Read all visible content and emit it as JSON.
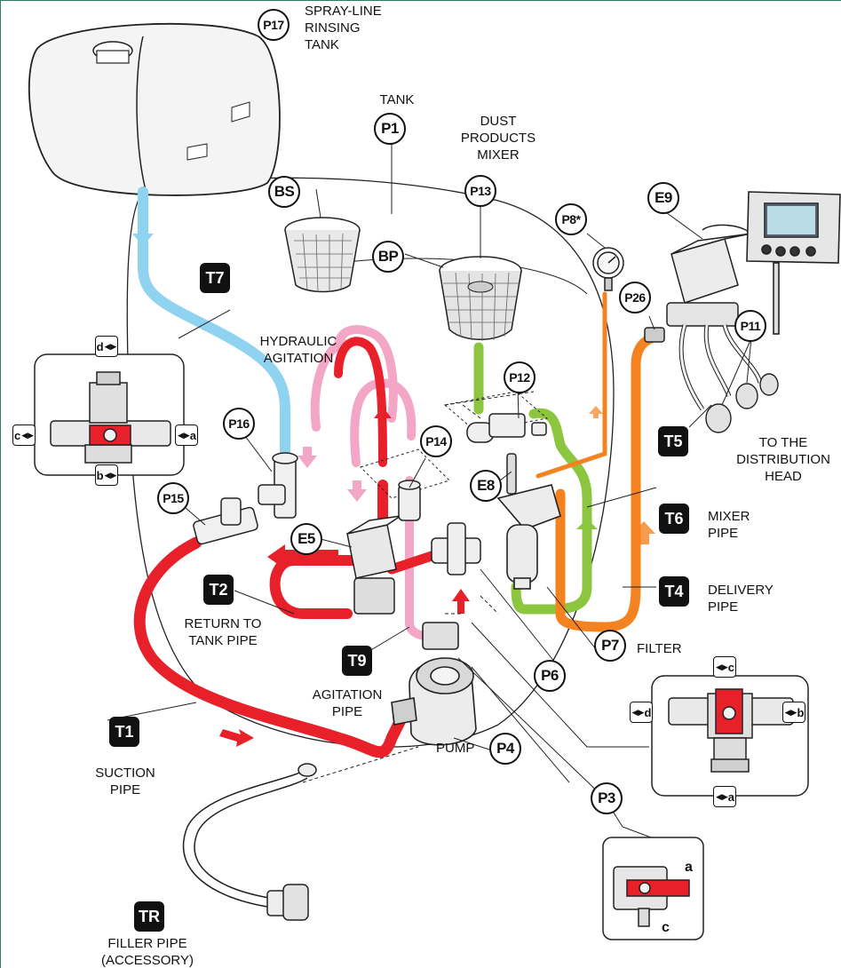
{
  "labels": {
    "spray_line_tank": "SPRAY-LINE\nRINSING\nTANK",
    "tank": "TANK",
    "dust_mixer": "DUST\nPRODUCTS\nMIXER",
    "hydraulic_agitation": "HYDRAULIC\nAGITATION",
    "to_distribution_head": "TO THE\nDISTRIBUTION\nHEAD",
    "mixer_pipe": "MIXER\nPIPE",
    "delivery_pipe": "DELIVERY\nPIPE",
    "filter": "FILTER",
    "return_to_tank": "RETURN TO\nTANK PIPE",
    "agitation_pipe": "AGITATION\nPIPE",
    "pump": "PUMP",
    "suction_pipe": "SUCTION\nPIPE",
    "filler_pipe": "FILLER PIPE\n(ACCESSORY)"
  },
  "circle_tags": {
    "p17": "P17",
    "p1": "P1",
    "p13": "P13",
    "bs": "BS",
    "bp": "BP",
    "p8": "P8*",
    "e9": "E9",
    "p26": "P26",
    "p11": "P11",
    "p12": "P12",
    "p16": "P16",
    "p14": "P14",
    "e8": "E8",
    "p15": "P15",
    "e5": "E5",
    "p7": "P7",
    "p6": "P6",
    "p4": "P4",
    "p3": "P3"
  },
  "square_tags": {
    "t7": "T7",
    "t5": "T5",
    "t6": "T6",
    "t4": "T4",
    "t2": "T2",
    "t9": "T9",
    "t1": "T1",
    "tr": "TR"
  },
  "valve_tags": {
    "d": "d",
    "c": "c",
    "a": "a",
    "b": "b",
    "r_c": "c",
    "r_d": "d",
    "r_b": "b",
    "r_a": "a",
    "p3_a": "a",
    "p3_c": "c"
  },
  "colors": {
    "suction": "#e8202a",
    "agitation": "#f4a6c6",
    "rinse": "#8fd3f0",
    "delivery": "#f58220",
    "mixer": "#8cc63f",
    "outline": "#111111"
  }
}
